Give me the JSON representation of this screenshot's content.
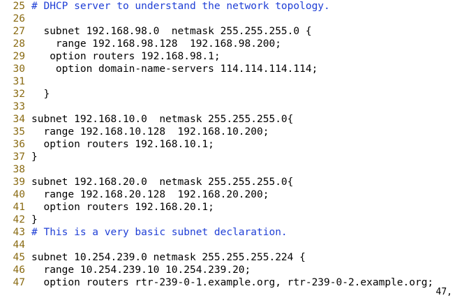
{
  "editor": {
    "lines": [
      {
        "number": "25",
        "text": "# DHCP server to understand the network topology.",
        "kind": "comment"
      },
      {
        "number": "26",
        "text": "",
        "kind": "text"
      },
      {
        "number": "27",
        "text": "  subnet 192.168.98.0  netmask 255.255.255.0 {",
        "kind": "text"
      },
      {
        "number": "28",
        "text": "    range 192.168.98.128  192.168.98.200;",
        "kind": "text"
      },
      {
        "number": "29",
        "text": "   option routers 192.168.98.1;",
        "kind": "text"
      },
      {
        "number": "30",
        "text": "    option domain-name-servers 114.114.114.114;",
        "kind": "text"
      },
      {
        "number": "31",
        "text": "",
        "kind": "text"
      },
      {
        "number": "32",
        "text": "  }",
        "kind": "text"
      },
      {
        "number": "33",
        "text": "",
        "kind": "text"
      },
      {
        "number": "34",
        "text": "subnet 192.168.10.0  netmask 255.255.255.0{",
        "kind": "text"
      },
      {
        "number": "35",
        "text": "  range 192.168.10.128  192.168.10.200;",
        "kind": "text"
      },
      {
        "number": "36",
        "text": "  option routers 192.168.10.1;",
        "kind": "text"
      },
      {
        "number": "37",
        "text": "}",
        "kind": "text"
      },
      {
        "number": "38",
        "text": "",
        "kind": "text"
      },
      {
        "number": "39",
        "text": "subnet 192.168.20.0  netmask 255.255.255.0{",
        "kind": "text"
      },
      {
        "number": "40",
        "text": "  range 192.168.20.128  192.168.20.200;",
        "kind": "text"
      },
      {
        "number": "41",
        "text": "  option routers 192.168.20.1;",
        "kind": "text"
      },
      {
        "number": "42",
        "text": "}",
        "kind": "text"
      },
      {
        "number": "43",
        "text": "# This is a very basic subnet declaration.",
        "kind": "comment"
      },
      {
        "number": "44",
        "text": "",
        "kind": "text"
      },
      {
        "number": "45",
        "text": "subnet 10.254.239.0 netmask 255.255.255.224 {",
        "kind": "text"
      },
      {
        "number": "46",
        "text": "  range 10.254.239.10 10.254.239.20;",
        "kind": "text"
      },
      {
        "number": "47",
        "text": "  option routers rtr-239-0-1.example.org, rtr-239-0-2.example.org;",
        "kind": "text"
      }
    ]
  },
  "status": {
    "position": "47,"
  },
  "colors": {
    "line_number": "#8a6b13",
    "comment": "#1f3fd6",
    "text": "#000000",
    "background": "#ffffff"
  }
}
